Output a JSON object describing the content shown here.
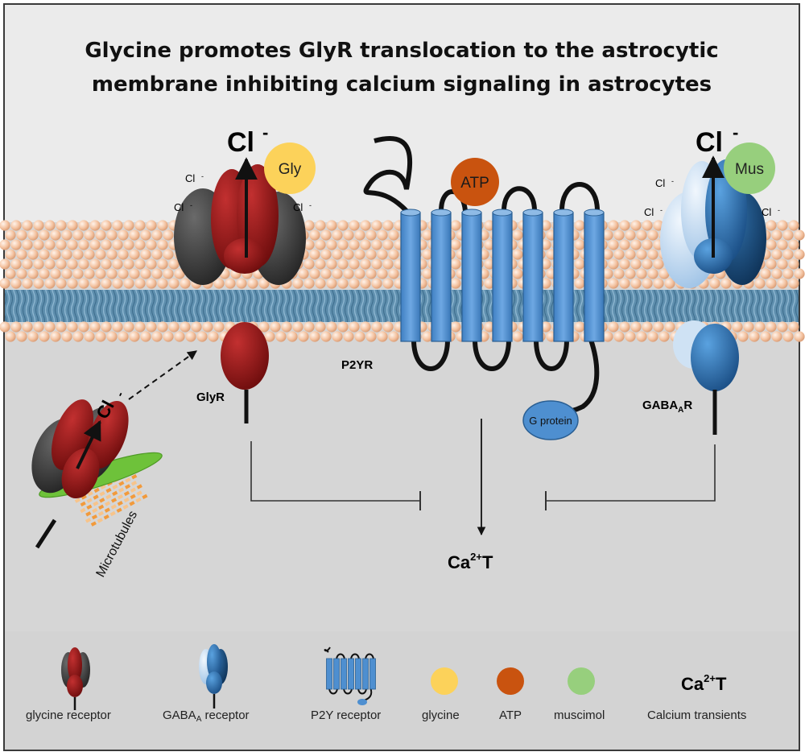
{
  "title": {
    "line1": "Glycine promotes GlyR translocation to the astrocytic",
    "line2": "membrane inhibiting calcium signaling in astrocytes"
  },
  "labels": {
    "cl_main": "Cl",
    "cl_minus": "-",
    "cl_small": "Cl",
    "gly": "Gly",
    "atp": "ATP",
    "mus": "Mus",
    "p2yr": "P2YR",
    "glyr": "GlyR",
    "gabaar_main": "GABA",
    "gabaar_sub": "A",
    "gabaar_tail": "R",
    "g_protein": "G protein",
    "microtubules": "Microtubules",
    "ca_main": "Ca",
    "ca_sup": "2+",
    "ca_tail": "T"
  },
  "colors": {
    "glycine": "#fcd25a",
    "atp": "#c9530f",
    "muscimol": "#97cf7d",
    "glyr_red": "#8b1414",
    "glyr_dark": "#3b3b3b",
    "gaba_blue": "#2e76b8",
    "gaba_light": "#c8def2",
    "p2y_blue": "#4e8fd0",
    "lipid_head": "#f5c8a8",
    "microtubule_green": "#6ec23a",
    "microtubule_orange": "#f29a3b"
  },
  "legend": {
    "glycine_receptor": "glycine receptor",
    "gabaa_receptor_prefix": "GABA",
    "gabaa_receptor_sub": "A",
    "gabaa_receptor_suffix": " receptor",
    "p2y_receptor": "P2Y receptor",
    "glycine": "glycine",
    "atp": "ATP",
    "muscimol": "muscimol",
    "calcium_transients": "Calcium transients",
    "ca_main": "Ca",
    "ca_sup": "2+",
    "ca_tail": "T"
  }
}
